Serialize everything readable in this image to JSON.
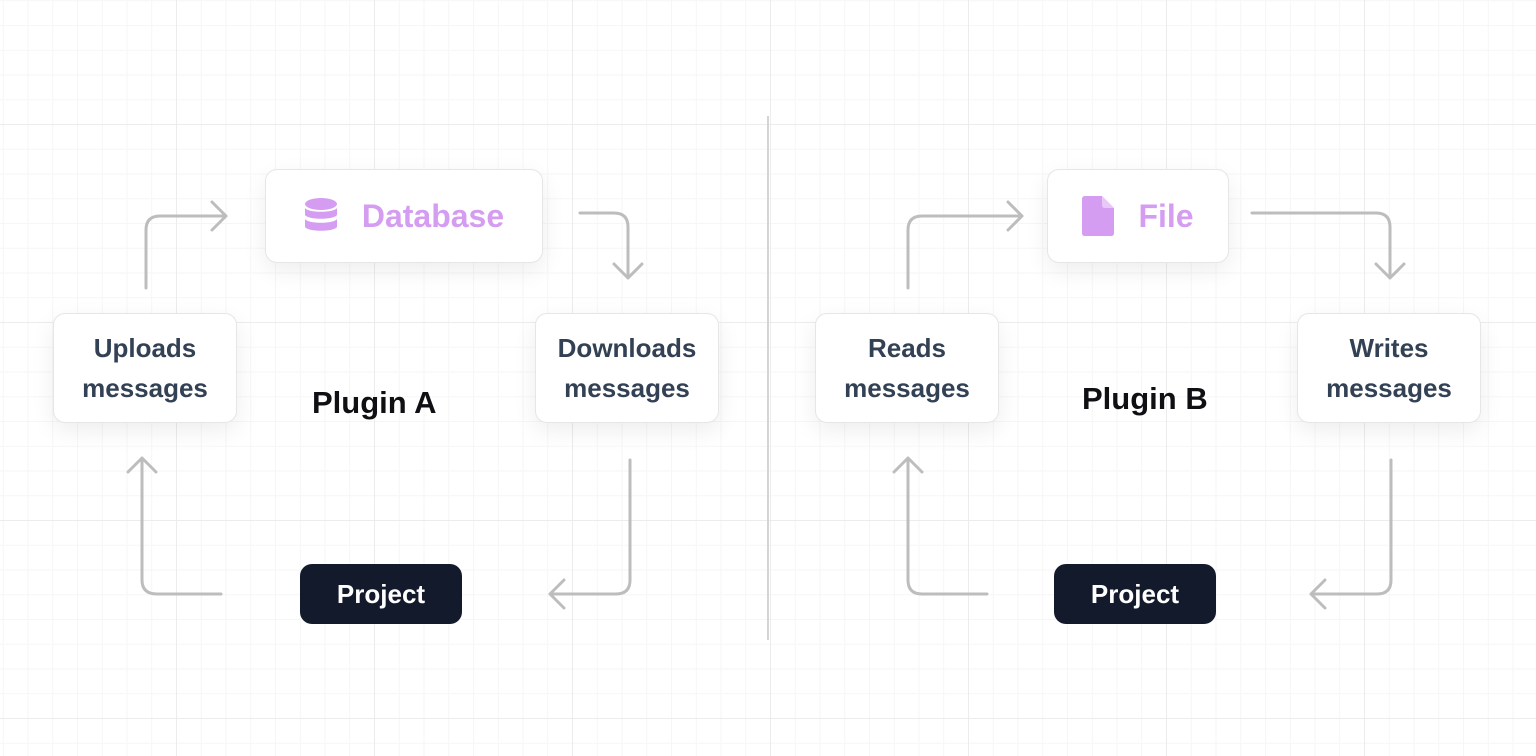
{
  "plugins": [
    {
      "label": "Plugin A",
      "store": {
        "label": "Database",
        "icon": "database-icon"
      },
      "left_action": {
        "line1": "Uploads",
        "line2": "messages"
      },
      "right_action": {
        "line1": "Downloads",
        "line2": "messages"
      },
      "target": "Project"
    },
    {
      "label": "Plugin B",
      "store": {
        "label": "File",
        "icon": "file-icon"
      },
      "left_action": {
        "line1": "Reads",
        "line2": "messages"
      },
      "right_action": {
        "line1": "Writes",
        "line2": "messages"
      },
      "target": "Project"
    }
  ],
  "colors": {
    "accent": "#d59df1",
    "action_text": "#334155",
    "project_bg": "#131a2b",
    "arrow": "#bdbdbd"
  }
}
